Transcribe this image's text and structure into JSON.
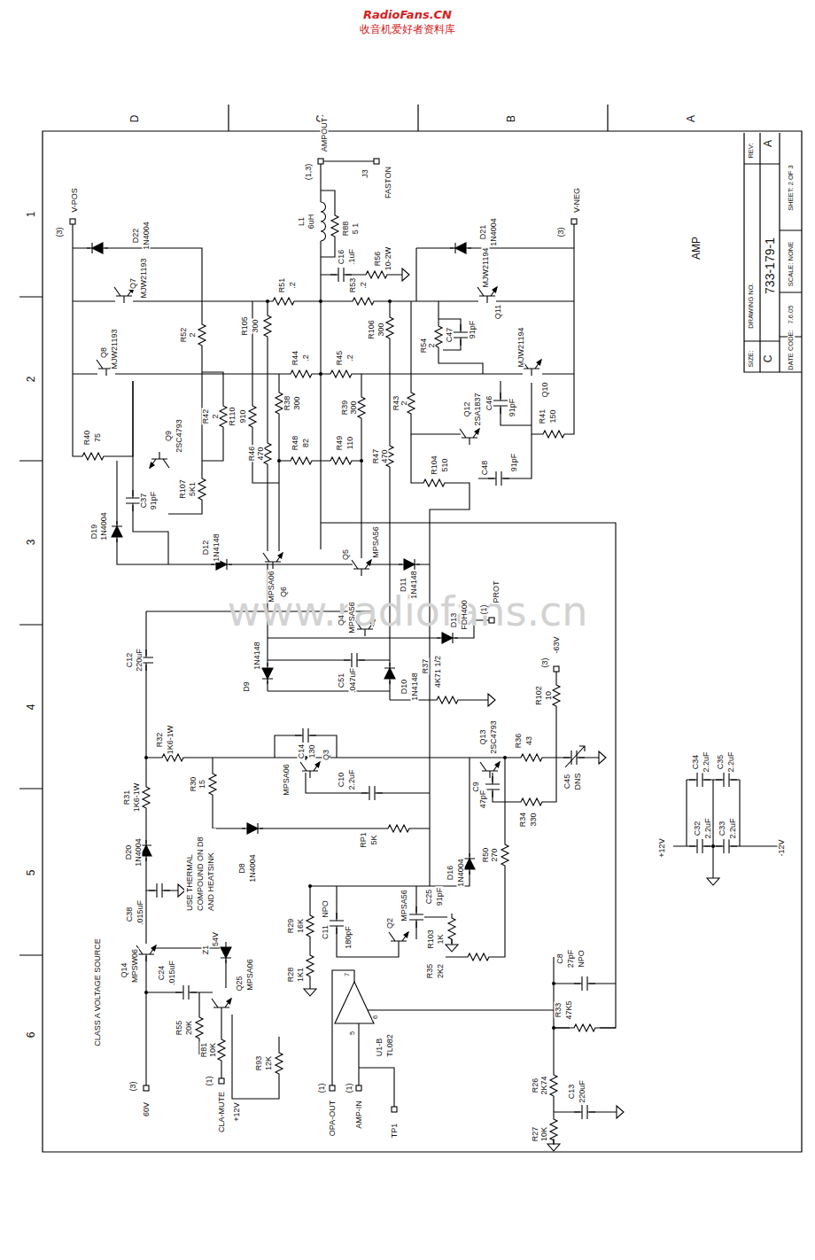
{
  "diagram": {
    "labels": [
      "RadioFans.CN",
      "收音机爱好者资料库",
      "www.radiofans.cn",
      "D",
      "C",
      "B",
      "A",
      "1",
      "2",
      "3",
      "4",
      "5",
      "6",
      "SIZE:",
      "C",
      "DRAWING NO.",
      "733-179-1",
      "REV:",
      "A",
      "DATE CODE:",
      "7.6.05",
      "SCALE: NONE",
      "SHEET: 2 OF 3",
      "AMP",
      "(3)",
      "V-POS",
      "D22",
      "1N4004",
      "Q7",
      "MJW21193",
      "Q8",
      "MJW21193",
      "R52",
      "2",
      "R42",
      "2",
      "Q9",
      "2SC4793",
      "R40",
      "75",
      "R107",
      "5K1",
      "C37",
      "91pF",
      "D19",
      "1N4004",
      "D12",
      "1N4148",
      "R105",
      "300",
      "R51",
      ".2",
      "R110",
      "910",
      "R44",
      ".2",
      "R38",
      "300",
      "R46",
      "470",
      "R48",
      "82",
      "MPSA06",
      "Q6",
      "L1",
      "6uH",
      "(1,3)",
      "AMPOUT",
      "J3",
      "FASTON",
      "R88",
      "5 1",
      "C16",
      ".1uF",
      "R56",
      "10-2W",
      "R53",
      ".2",
      "R45",
      ".2",
      "R106",
      "300",
      "R39",
      "300",
      "R49",
      "110",
      "R47",
      "470",
      "Q5",
      "MPSA56",
      "D11",
      "1N4148",
      "R43",
      "2",
      "R54",
      "2",
      "R104",
      "510",
      "Q12",
      "2SA1837",
      "C47",
      "91pF",
      "MJW21194",
      "Q11",
      "D21",
      "1N4004",
      "(3)",
      "V-NEG",
      "MJW21194",
      "Q10",
      "C46",
      "91pF",
      "R41",
      "150",
      "C48",
      "91pF",
      "D13",
      "FDH400",
      "(1)",
      "PROT",
      "Q4",
      "MPSA56",
      "C51",
      ".047uF",
      "D9",
      "1N4148",
      "D10",
      "1N4148",
      "R37",
      "4K71 1/2",
      "C12",
      "220uF",
      "(3)",
      "-63V",
      "R102",
      "10",
      "C45",
      "DNS",
      "C34",
      "2.2uF",
      "C35",
      "2.2uF",
      "C32",
      "2.2uF",
      "C33",
      "2.2uF",
      "+12V",
      "-12V",
      "R32",
      "1K6-1W",
      "R31",
      "1K6-1W",
      "R30",
      "15",
      "C14",
      "130",
      "Q3",
      "MPSA06",
      "C10",
      "2.2uF",
      "RP1",
      "5K",
      "D8",
      "1N4004",
      "USE THERMAL COMPOUND ON D8 AND HEATSINK",
      "D20",
      "1N4004",
      "C38",
      ".015uF",
      "CLASS A VOLTAGE SOURCE",
      "Q14",
      "MPSW06",
      "C24",
      ".015uF",
      "Z1",
      "54V",
      "Q25",
      "MPSA06",
      "R55",
      "20K",
      "R81",
      "10K",
      "(1)",
      "CLA-MUTE",
      "+12V",
      "R93",
      "12K",
      "(3)",
      "60V",
      "R29",
      "16K",
      "C11",
      "NPO",
      "180pF",
      "Q2",
      "MPSA56",
      "C25",
      "91pF",
      "R103",
      "1K",
      "R28",
      "1K1",
      "R35",
      "2K2",
      "U1-B",
      "TL082",
      "7",
      "5",
      "6",
      "(1)",
      "OPA-OUT",
      "(1)",
      "AMP-IN",
      "TP1",
      "Q13",
      "2SC4793",
      "R36",
      "43",
      "C9",
      "47pF",
      "R34",
      "330",
      "D16",
      "1N4004",
      "R50",
      "270",
      "C8",
      "27pF",
      "NPO",
      "R33",
      "47K5",
      "R26",
      "2K74",
      "C13",
      "220uF",
      "R27",
      "10K"
    ]
  }
}
